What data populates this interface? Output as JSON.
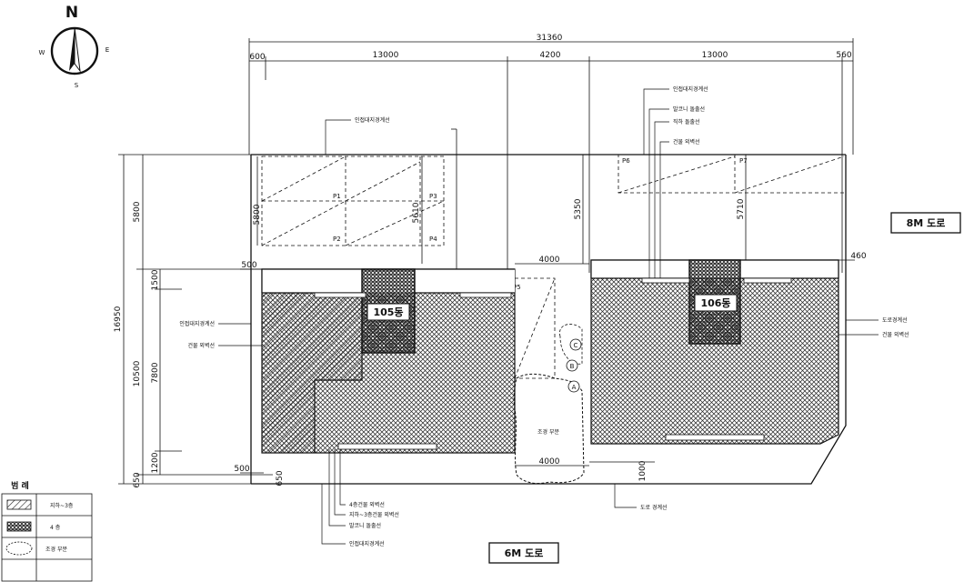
{
  "compass": {
    "n": "N",
    "s": "S",
    "e": "E",
    "w": "W"
  },
  "dims_top": {
    "total": "31360",
    "left_offset": "600",
    "left_span": "13000",
    "mid_span": "4200",
    "right_span": "13000",
    "right_offset": "560"
  },
  "dims_left": {
    "total": "16950",
    "top": "5800",
    "middle": "10500",
    "bottom": "650",
    "sub_1500": "1500",
    "sub_7800": "7800",
    "sub_1200": "1200"
  },
  "dims_inner": {
    "p_5800": "5800",
    "p_5610": "5610",
    "p_5350": "5350",
    "p_5710": "5710",
    "gap_4000_top": "4000",
    "gap_4000_bottom": "4000",
    "left_500_top": "500",
    "left_500_bottom": "500",
    "left_650": "650",
    "right_460": "460",
    "right_1000": "1000"
  },
  "parking": [
    "P1",
    "P2",
    "P3",
    "P4",
    "P5",
    "P6",
    "P7"
  ],
  "buildings": {
    "left": "105동",
    "right": "106동"
  },
  "markers": {
    "a": "A",
    "b": "B",
    "c": "C"
  },
  "landscape_label": "조경 부분",
  "roads": {
    "east": "8M 도로",
    "south": "6M 도로"
  },
  "annotations": {
    "top_left": "인접대지경계선",
    "top_right_1": "인접대지경계선",
    "top_right_2": "발코니 돌출선",
    "top_right_3": "직하 돌출선",
    "top_right_4": "건물 외벽선",
    "left_1": "인접대지경계선",
    "left_2": "건물 외벽선",
    "right_1": "도로경계선",
    "right_2": "건물 외벽선",
    "bottom_1": "4층건물 외벽선",
    "bottom_2": "지하~3층건물 외벽선",
    "bottom_3": "발코니 돌출선",
    "bottom_4": "인접대지경계선",
    "bottom_mid": "도로 경계선"
  },
  "legend": {
    "title": "범 례",
    "row1": "지하~3층",
    "row2": "4 층",
    "row3": "조경 부분"
  }
}
